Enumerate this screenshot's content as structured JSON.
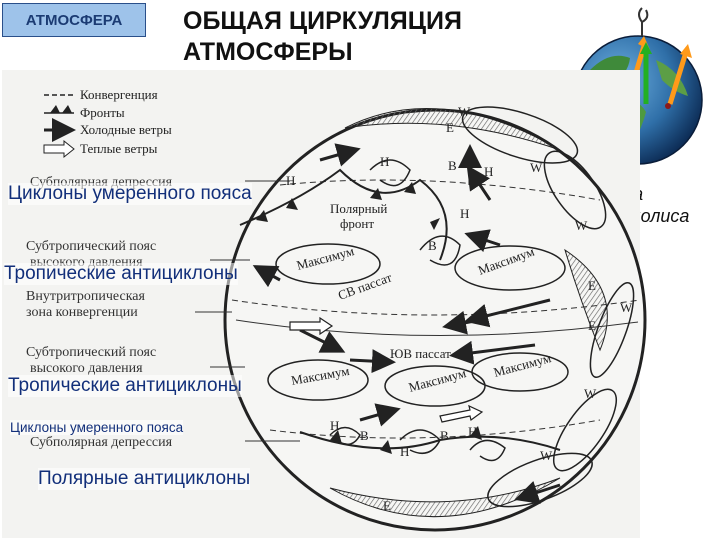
{
  "tag": "АТМОСФЕРА",
  "title_line1": "ОБЩАЯ ЦИРКУЛЯЦИЯ",
  "title_line2": "АТМОСФЕРЫ",
  "coriolis_line1": "Сила",
  "coriolis_line2": "Кориолиса",
  "legend": {
    "convergence": "Конвергенция",
    "fronts": "Фронты",
    "cold_winds": "Холодные ветры",
    "warm_winds": "Теплые ветры"
  },
  "left_labels": {
    "subpolar_top": "Субполярная депрессия",
    "subtrop_top_1": "Субтропический пояс",
    "subtrop_top_2": "высокого давления",
    "itcz_1": "Внутритропическая",
    "itcz_2": "зона конвергенции",
    "subtrop_bot_1": "Субтропический пояс",
    "subtrop_bot_2": "высокого давления",
    "subpolar_bot": "Субполярная депрессия"
  },
  "overlays": {
    "temperate_cyclones_top": "Циклоны умеренного пояса",
    "tropical_anticyclones_top": "Тропические антициклоны",
    "tropical_anticyclones_bottom": "Тропические антициклоны",
    "temperate_cyclones_bottom": "Циклоны умеренного пояса",
    "polar_anticyclones": "Полярные антициклоны"
  },
  "globe_labels": {
    "polar_front_1": "Полярный",
    "polar_front_2": "фронт",
    "maximum": "Максимум",
    "ne_trade": "СВ пассат",
    "se_trade": "ЮВ пассат",
    "H": "Н",
    "B": "В",
    "W": "W",
    "E": "E"
  },
  "colors": {
    "tag_bg": "#9ec3ea",
    "overlay_text": "#122f7a",
    "ocean": "#2f6fa8",
    "land": "#3f8a3a",
    "arrow_green": "#22b022",
    "arrow_orange": "#ff9a1a"
  }
}
